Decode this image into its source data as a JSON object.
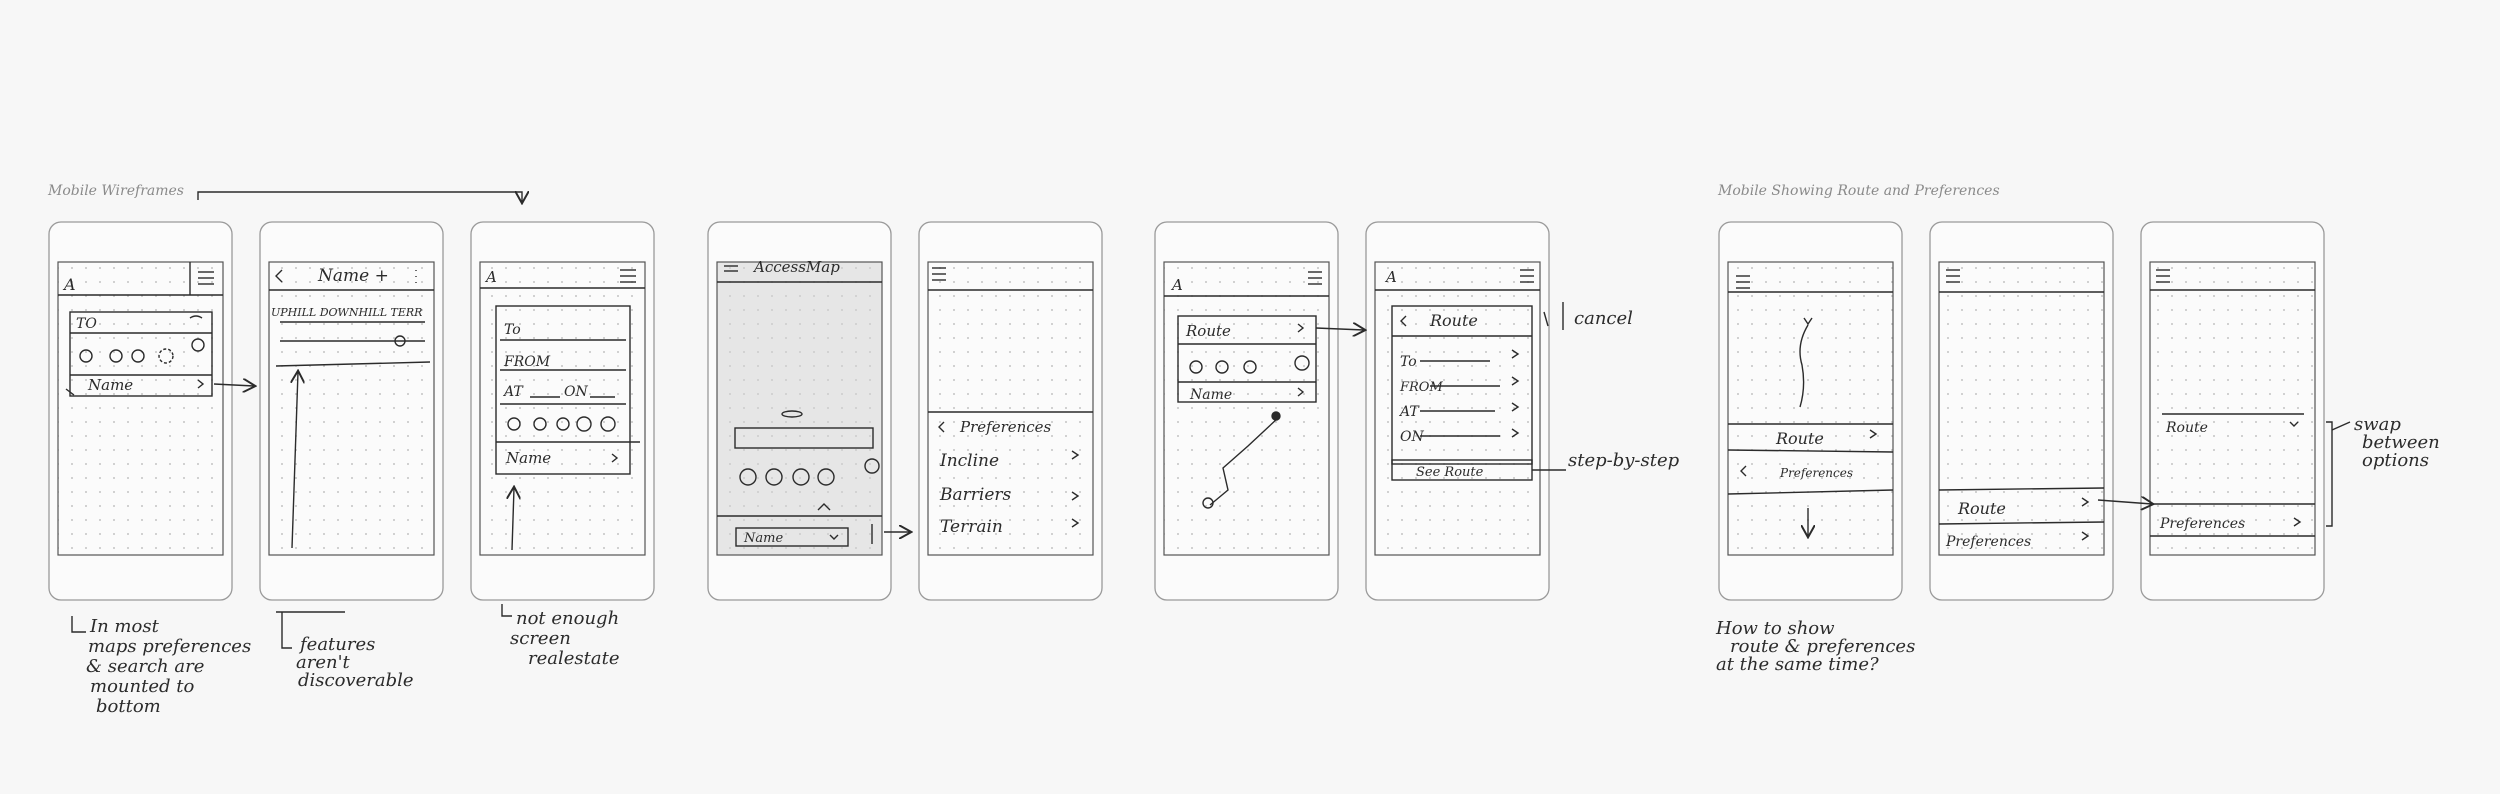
{
  "sections": {
    "left_title": "Mobile Wireframes",
    "right_title": "Mobile Showing Route and Preferences"
  },
  "screen1": {
    "logo": "A",
    "to": "TO",
    "name": "Name"
  },
  "screen2": {
    "title": "Name +",
    "filters": "UPHILL DOWNHILL TERR"
  },
  "screen3": {
    "logo": "A",
    "to": "To",
    "from": "FROM",
    "at": "AT",
    "on": "ON",
    "name": "Name"
  },
  "screen4": {
    "app_name": "AccessMap",
    "name": "Name"
  },
  "screen5": {
    "preferences": "Preferences",
    "incline": "Incline",
    "barriers": "Barriers",
    "terrain": "Terrain"
  },
  "screen6": {
    "logo": "A",
    "route": "Route",
    "name": "Name"
  },
  "screen7": {
    "logo": "A",
    "route": "Route",
    "to": "To",
    "from": "FROM",
    "at": "AT",
    "on": "ON",
    "see_route": "See Route"
  },
  "screen8": {
    "route": "Route",
    "preferences": "Preferences"
  },
  "screen9": {
    "route": "Route",
    "preferences": "Preferences"
  },
  "screen10": {
    "route": "Route",
    "preferences": "Preferences"
  },
  "annotations": {
    "cancel": "cancel",
    "step": "step-by-step",
    "swap": [
      "swap",
      "between",
      "options"
    ],
    "note1": [
      "In most",
      "maps preferences",
      "& search are",
      "mounted to",
      "bottom"
    ],
    "note2": [
      "features",
      "aren't",
      "discoverable"
    ],
    "note3": [
      "not enough",
      "screen",
      "realestate"
    ],
    "note4": [
      "How to show",
      "route & preferences",
      "at the same time?"
    ]
  },
  "colors": {
    "ink": "#2b2b2b",
    "frame": "#9a9a9a",
    "background": "#f7f7f7"
  }
}
